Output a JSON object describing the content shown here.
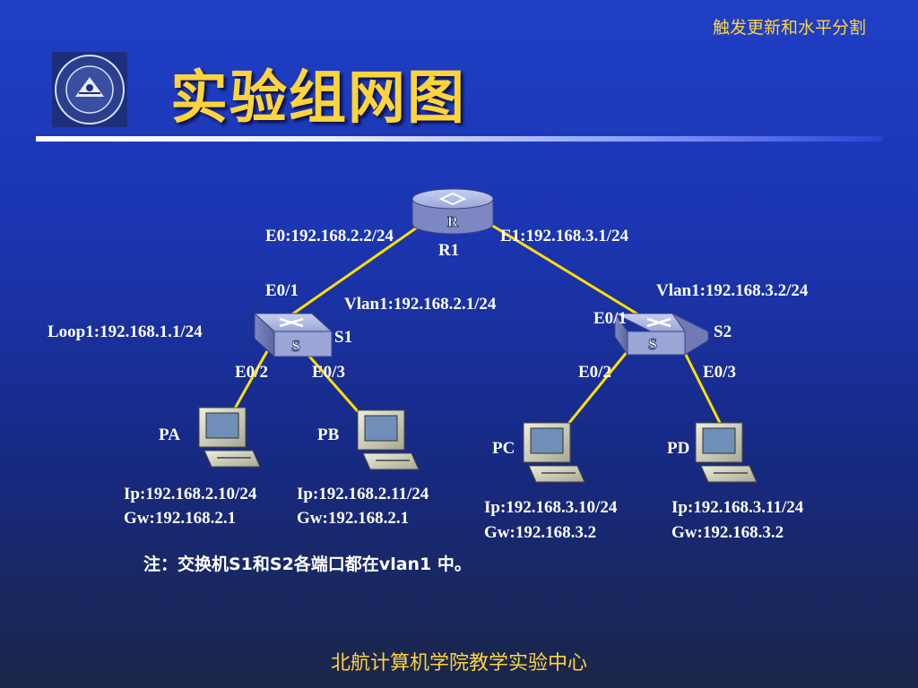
{
  "header": {
    "topic": "触发更新和水平分割",
    "title": "实验组网图"
  },
  "diagram": {
    "router": {
      "name": "R1",
      "icon_text": "R",
      "e0": "E0:192.168.2.2/24",
      "e1": "E1:192.168.3.1/24"
    },
    "s1": {
      "name": "S1",
      "icon_text": "S",
      "loop": "Loop1:192.168.1.1/24",
      "vlan": "Vlan1:192.168.2.1/24",
      "up_port": "E0/1",
      "port_a": "E0/2",
      "port_b": "E0/3"
    },
    "s2": {
      "name": "S2",
      "icon_text": "S",
      "vlan": "Vlan1:192.168.3.2/24",
      "up_port": "E0/1",
      "port_a": "E0/2",
      "port_b": "E0/3"
    },
    "hosts": [
      {
        "name": "PA",
        "ip": "Ip:192.168.2.10/24",
        "gw": "Gw:192.168.2.1"
      },
      {
        "name": "PB",
        "ip": "Ip:192.168.2.11/24",
        "gw": "Gw:192.168.2.1"
      },
      {
        "name": "PC",
        "ip": "Ip:192.168.3.10/24",
        "gw": "Gw:192.168.3.2"
      },
      {
        "name": "PD",
        "ip": "Ip:192.168.3.11/24",
        "gw": "Gw:192.168.3.2"
      }
    ],
    "note": "注：交换机S1和S2各端口都在vlan1 中。"
  },
  "footer": {
    "text": "北航计算机学院教学实验中心"
  },
  "colors": {
    "accent": "#ffd43b",
    "link": "#ffe000",
    "device": "#9aa6d6"
  }
}
